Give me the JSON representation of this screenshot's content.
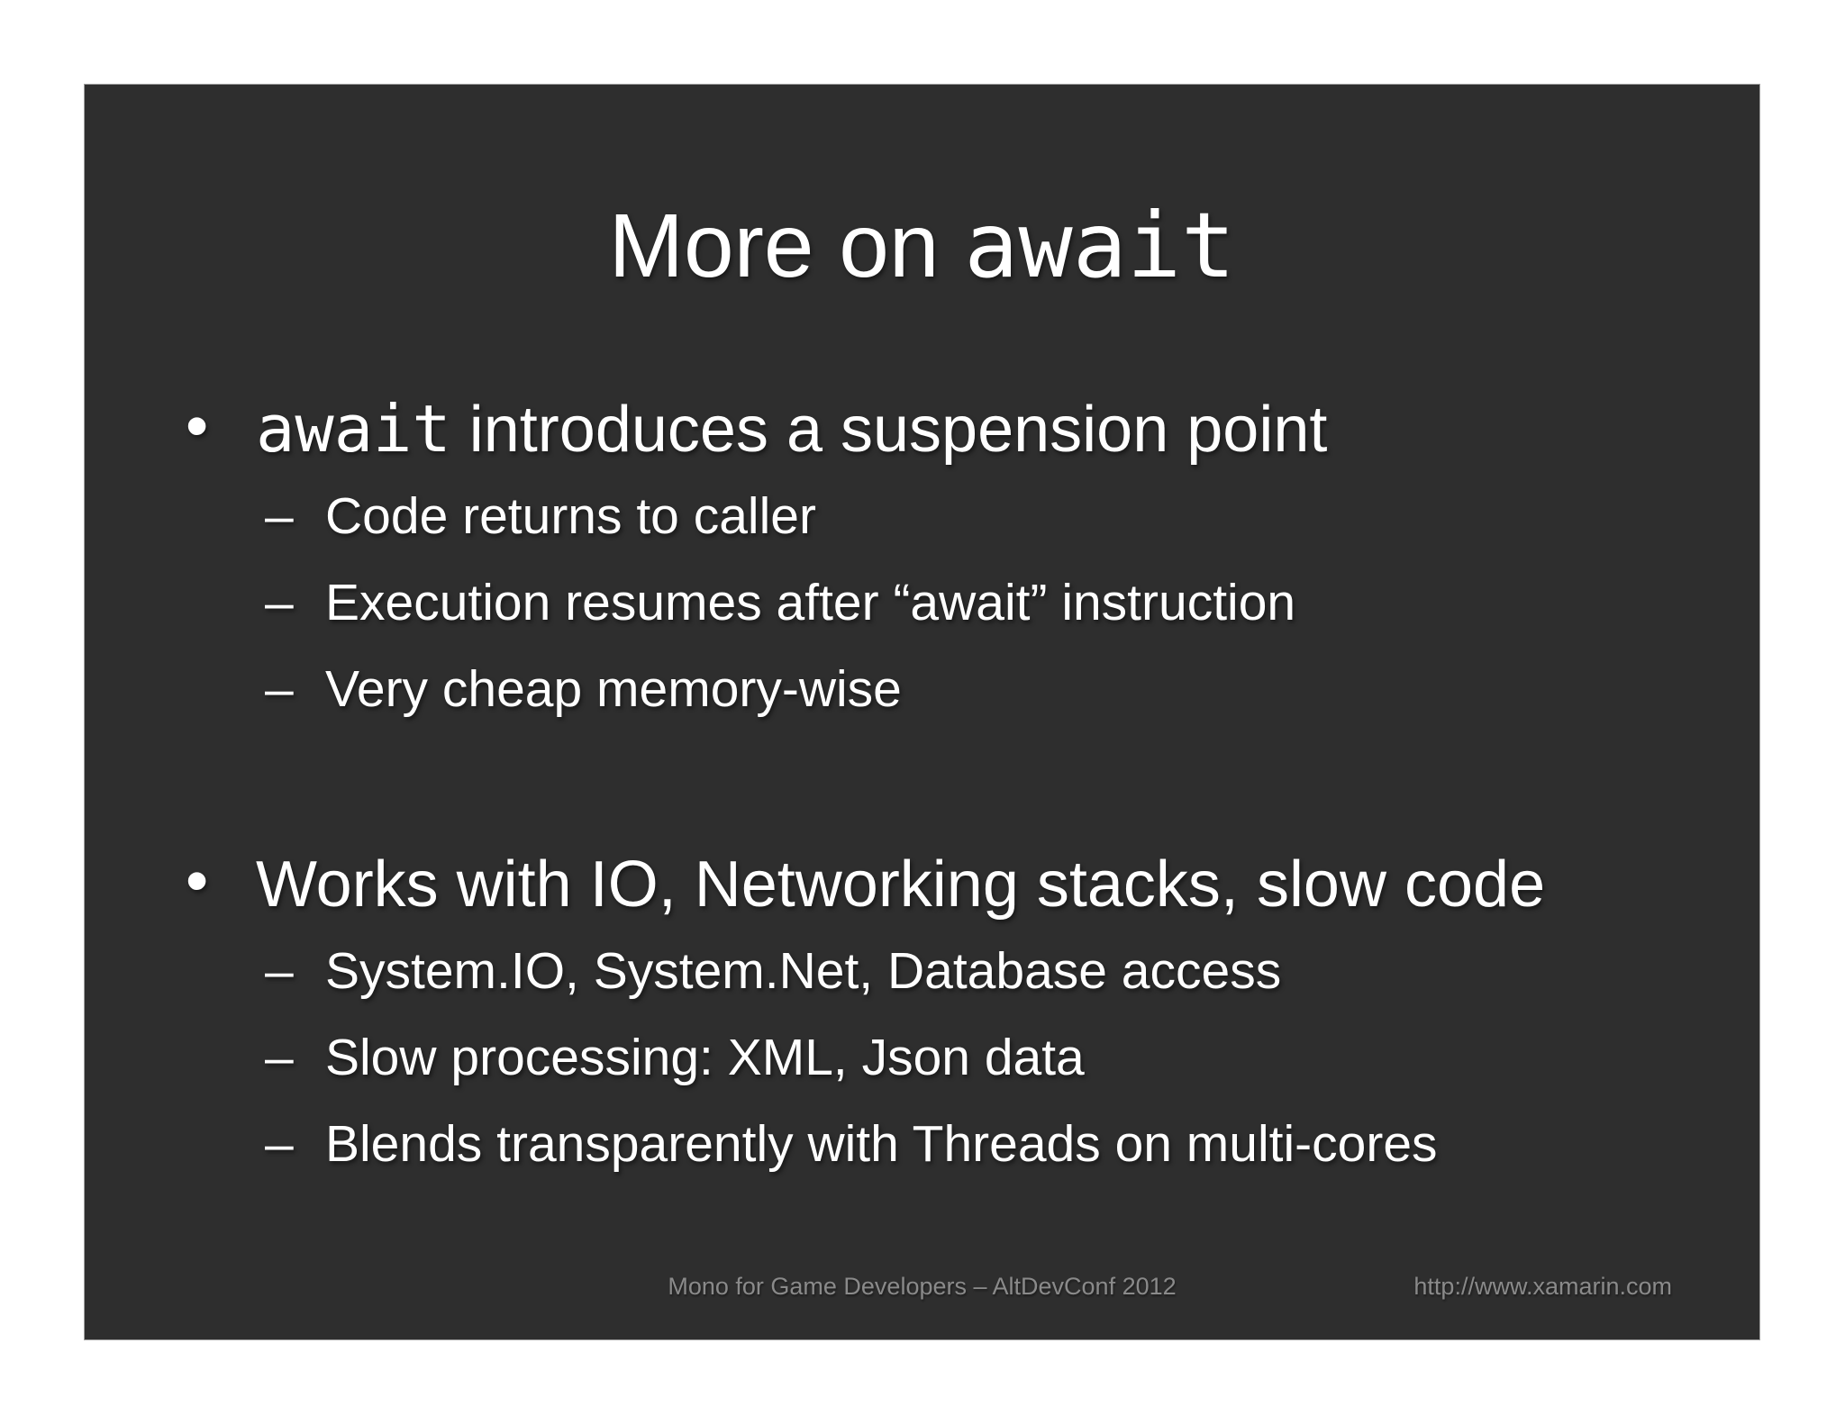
{
  "page": {
    "background_color": "#ffffff"
  },
  "slide": {
    "background_color": "#2e2e2e",
    "text_color": "#ffffff",
    "footer_color": "#8a8a8a",
    "title_prefix": "More on ",
    "title_code": "await",
    "bullet_marker": "•",
    "sub_marker": "–",
    "groups": [
      {
        "main_code": "await",
        "main_text": " introduces a suspension point",
        "subs": [
          "Code returns to caller",
          "Execution resumes after “await” instruction",
          "Very cheap memory-wise"
        ]
      },
      {
        "main_code": "",
        "main_text": "Works with IO, Networking stacks, slow code",
        "subs": [
          "System.IO, System.Net, Database access",
          "Slow processing: XML, Json data",
          "Blends transparently with Threads on multi-cores"
        ]
      }
    ],
    "footer": {
      "center": "Mono for Game Developers – AltDevConf 2012",
      "right": "http://www.xamarin.com"
    }
  }
}
